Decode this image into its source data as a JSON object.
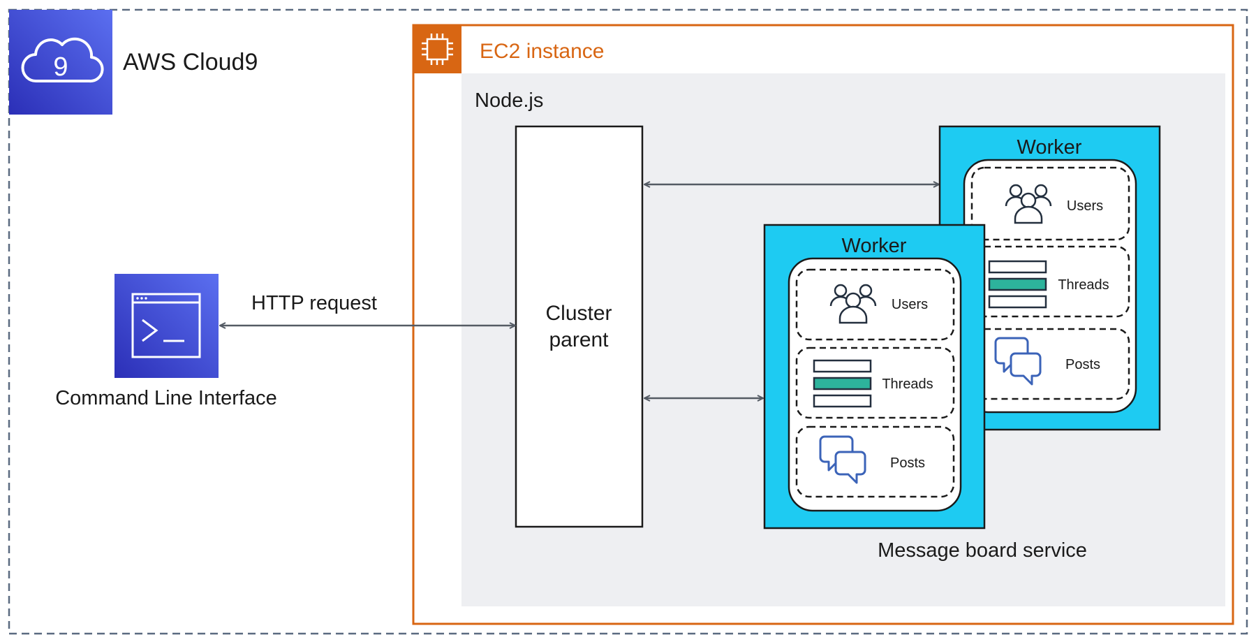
{
  "cloud9": {
    "title": "AWS Cloud9",
    "icon_text": "9",
    "icon": "cloud9-icon",
    "icon_bg": "#4053d6"
  },
  "cli": {
    "label": "Command Line Interface",
    "icon": "terminal-icon"
  },
  "http_label": "HTTP request",
  "ec2": {
    "title": "EC2 instance",
    "icon": "ec2-chip-icon",
    "color": "#d86613"
  },
  "nodejs": {
    "label": "Node.js",
    "bg": "#eeeff2"
  },
  "cluster": {
    "line1": "Cluster",
    "line2": "parent"
  },
  "workers": [
    {
      "title": "Worker",
      "users": "Users",
      "threads": "Threads",
      "posts": "Posts"
    },
    {
      "title": "Worker",
      "users": "Users",
      "threads": "Threads",
      "posts": "Posts"
    }
  ],
  "worker_bg": "#1ecbf2",
  "threads_accent": "#2db39c",
  "posts_icon_color": "#3b63b8",
  "service_label": "Message board service"
}
